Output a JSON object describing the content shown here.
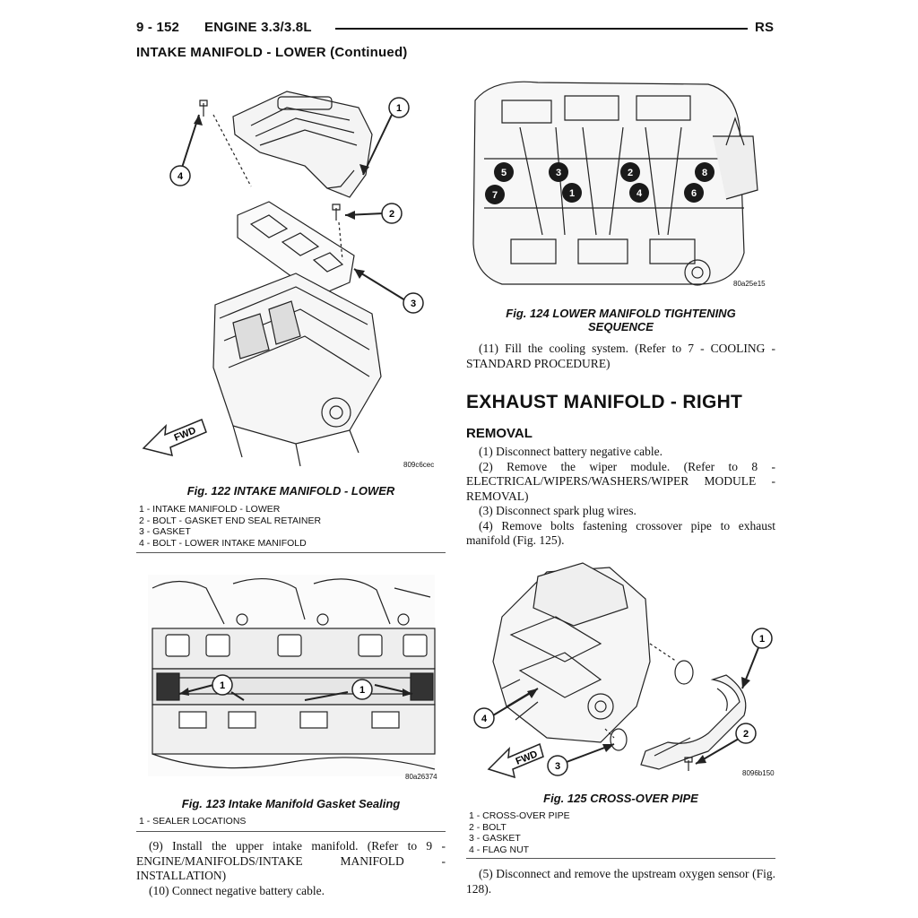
{
  "header": {
    "page_number": "9 - 152",
    "section": "ENGINE 3.3/3.8L",
    "code": "RS",
    "subtitle": "INTAKE MANIFOLD - LOWER (Continued)"
  },
  "fig122": {
    "caption": "Fig. 122 INTAKE MANIFOLD - LOWER",
    "image_code": "809c6cec",
    "fwd_label": "FWD",
    "callouts": [
      "1",
      "2",
      "3",
      "4"
    ],
    "legend": [
      "1 - INTAKE MANIFOLD - LOWER",
      "2 - BOLT - GASKET END SEAL RETAINER",
      "3 - GASKET",
      "4 - BOLT - LOWER INTAKE MANIFOLD"
    ]
  },
  "fig123": {
    "caption": "Fig. 123 Intake Manifold Gasket Sealing",
    "image_code": "80a26374",
    "callouts": [
      "1",
      "1"
    ],
    "legend": [
      "1 - SEALER LOCATIONS"
    ]
  },
  "fig124": {
    "caption_line1": "Fig. 124 LOWER MANIFOLD TIGHTENING",
    "caption_line2": "SEQUENCE",
    "image_code": "80a25e15",
    "sequence": [
      "5",
      "3",
      "2",
      "8",
      "7",
      "1",
      "4",
      "6"
    ]
  },
  "fig125": {
    "caption": "Fig. 125 CROSS-OVER PIPE",
    "image_code": "8096b150",
    "fwd_label": "FWD",
    "callouts": [
      "1",
      "2",
      "3",
      "4"
    ],
    "legend": [
      "1 - CROSS-OVER PIPE",
      "2 - BOLT",
      "3 - GASKET",
      "4 - FLAG NUT"
    ]
  },
  "left_text": [
    "(9) Install the upper intake manifold. (Refer to 9 - ENGINE/MANIFOLDS/INTAKE MANIFOLD - INSTALLATION)",
    "(10) Connect negative battery cable."
  ],
  "right_text_top": [
    "(11) Fill the cooling system. (Refer to 7 - COOLING - STANDARD PROCEDURE)"
  ],
  "section_title": "EXHAUST MANIFOLD - RIGHT",
  "removal_title": "REMOVAL",
  "removal_steps": [
    "(1) Disconnect battery negative cable.",
    "(2) Remove the wiper module. (Refer to 8 - ELECTRICAL/WIPERS/WASHERS/WIPER MODULE - REMOVAL)",
    "(3) Disconnect spark plug wires.",
    "(4) Remove bolts fastening crossover pipe to exhaust manifold (Fig. 125)."
  ],
  "right_text_bottom": [
    "(5) Disconnect and remove the upstream oxygen sensor (Fig. 128)."
  ]
}
